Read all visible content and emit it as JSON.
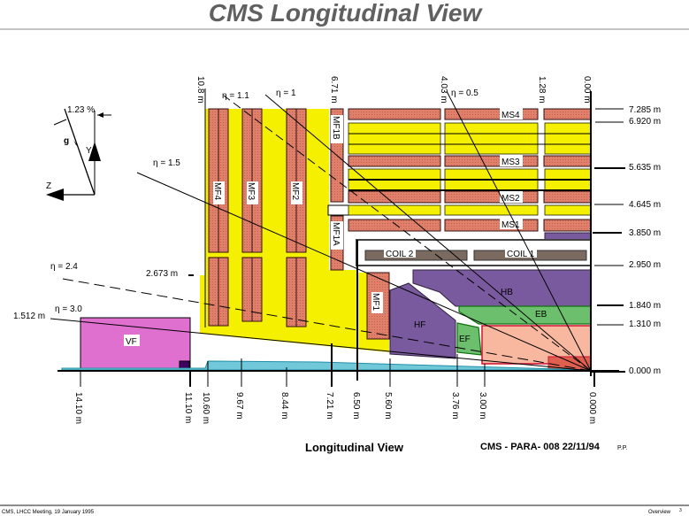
{
  "title": "CMS Longitudinal View",
  "subtitle": "Longitudinal View",
  "reference": "CMS - PARA- 008 22/11/94",
  "author_initials": "P.P.",
  "footer": {
    "left": "CMS, LHCC Meeting, 19 January 1995",
    "right": "Overview",
    "page": "3"
  },
  "gravity": {
    "angle_label": "1.23 %",
    "g_label": "g",
    "y_label": "Y",
    "z_label": "Z"
  },
  "components": {
    "mf4": "MF4",
    "mf3": "MF3",
    "mf2": "MF2",
    "mf1b": "MF1B",
    "mf1a": "MF1A",
    "mf1": "MF1",
    "ms4": "MS4",
    "ms3": "MS3",
    "ms2": "MS2",
    "ms1": "MS1",
    "coil2": "COIL 2",
    "coil1": "COIL 1",
    "hb": "HB",
    "hf": "HF",
    "eb": "EB",
    "ef": "EF",
    "vf": "VF"
  },
  "eta_labels": {
    "e05": "η = 0.5",
    "e10": "η = 1",
    "e11": "η = 1.1",
    "e15": "η = 1.5",
    "e24": "η = 2.4",
    "e30": "η = 3.0"
  },
  "top_z_labels": [
    "10.8 m",
    "6.71 m",
    "4.03 m",
    "1.28 m",
    "0.00 m"
  ],
  "bottom_z_labels": [
    "14.10 m",
    "11.10 m",
    "10.60 m",
    "9.67 m",
    "8.44 m",
    "7.21 m",
    "6.50 m",
    "5.60 m",
    "3.76 m",
    "3.00 m",
    "0.000 m"
  ],
  "right_r_labels": [
    "7.285 m",
    "6.920 m",
    "5.635 m",
    "4.645 m",
    "3.850 m",
    "2.950 m",
    "1.840 m",
    "1.310 m",
    "0.000 m"
  ],
  "left_r_labels": {
    "r2673": "2.673 m",
    "r1512": "1.512 m"
  }
}
